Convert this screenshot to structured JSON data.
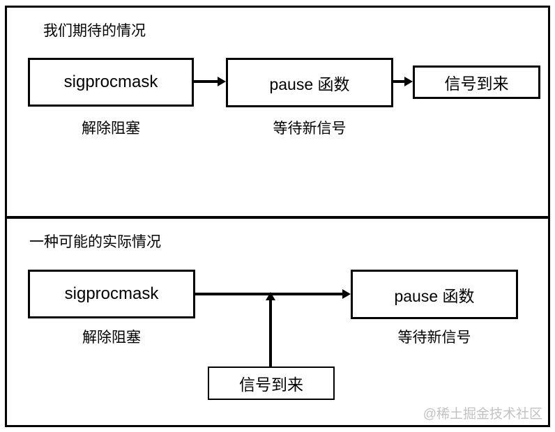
{
  "panels": {
    "expected": {
      "title": "我们期待的情况",
      "box_sigprocmask": "sigprocmask",
      "box_pause": "pause 函数",
      "box_signal": "信号到来",
      "label_unblock": "解除阻塞",
      "label_wait": "等待新信号"
    },
    "actual": {
      "title": "一种可能的实际情况",
      "box_sigprocmask": "sigprocmask",
      "box_pause": "pause 函数",
      "box_signal": "信号到来",
      "label_unblock": "解除阻塞",
      "label_wait": "等待新信号"
    }
  },
  "watermark": "@稀土掘金技术社区",
  "colors": {
    "line": "#000000",
    "background": "#ffffff",
    "watermark": "#c2c2c2"
  }
}
